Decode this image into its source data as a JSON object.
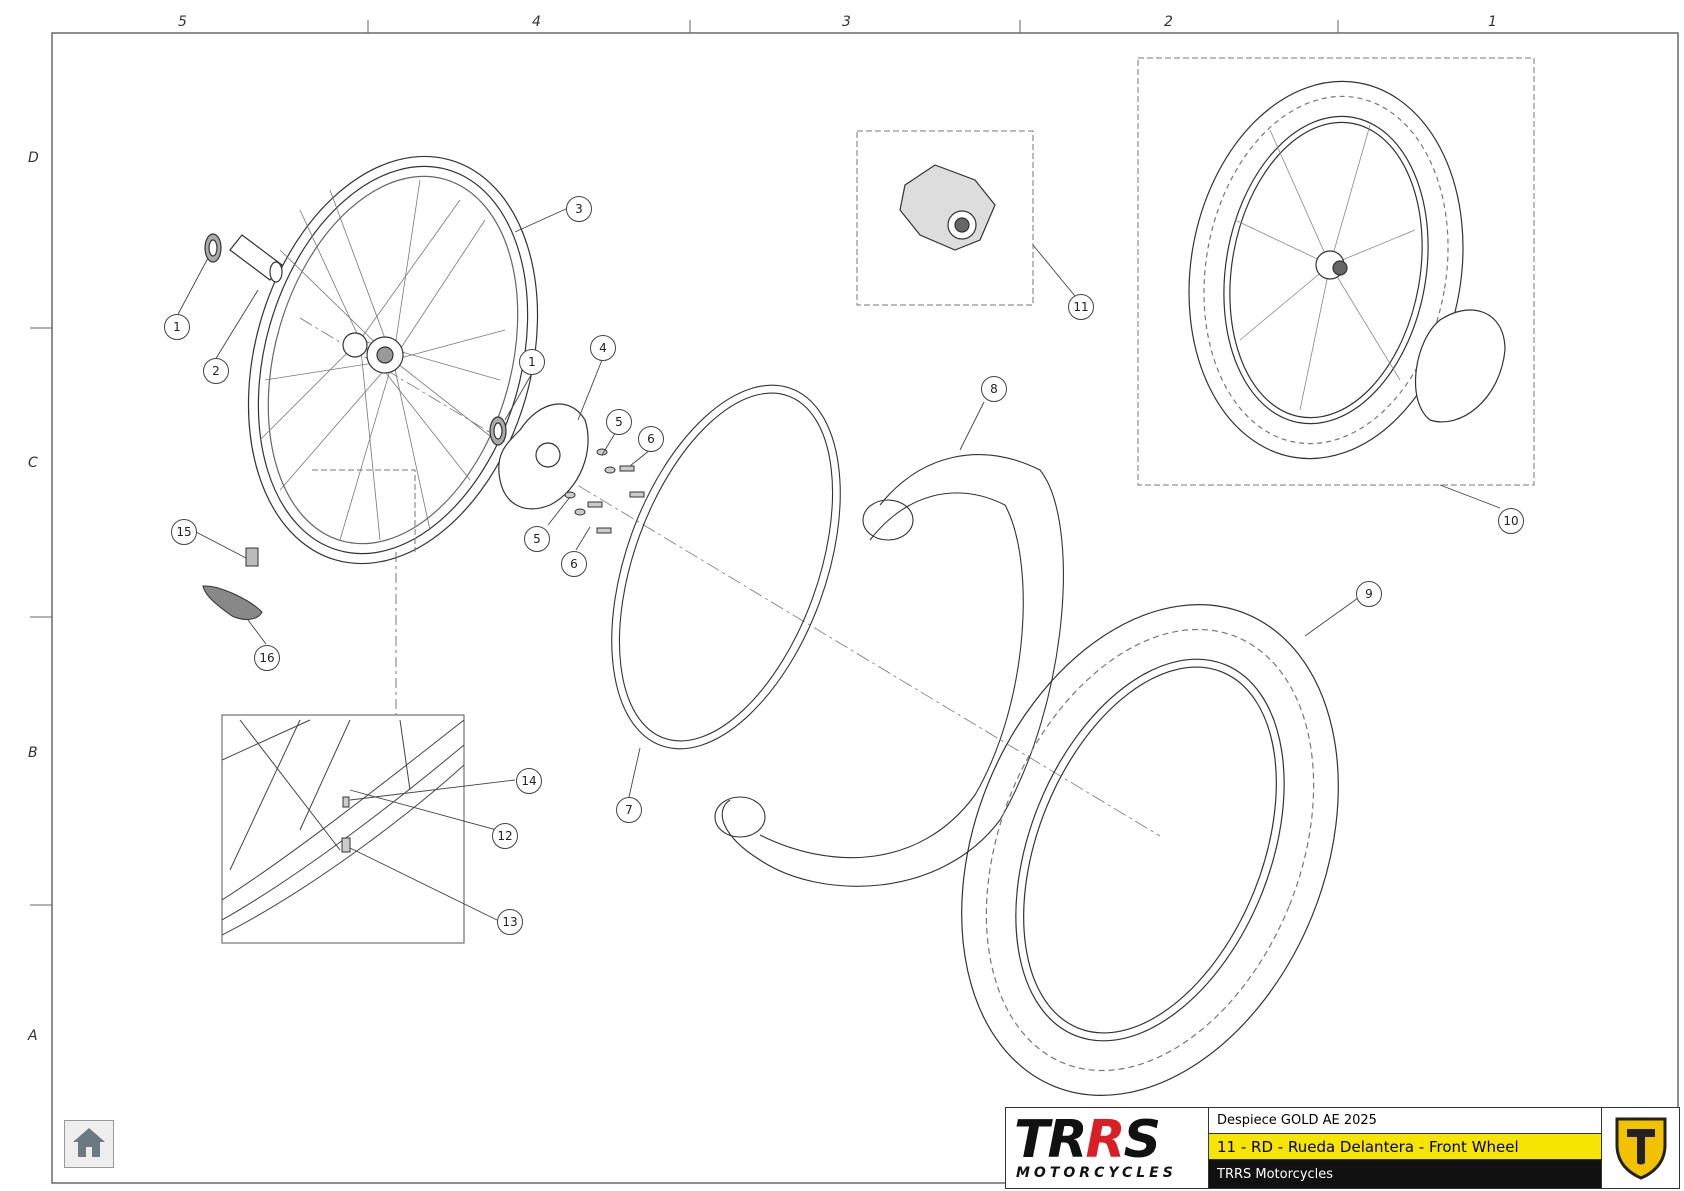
{
  "zones": {
    "columns": [
      "5",
      "4",
      "3",
      "2",
      "1"
    ],
    "rows": [
      "D",
      "C",
      "B",
      "A"
    ]
  },
  "callouts": [
    "1",
    "2",
    "3",
    "1",
    "4",
    "5",
    "6",
    "5",
    "6",
    "7",
    "8",
    "9",
    "10",
    "11",
    "12",
    "13",
    "14",
    "15",
    "16"
  ],
  "title_block": {
    "brand": "TRRS",
    "brand_sub": "MOTORCYCLES",
    "line1": "Despiece GOLD AE 2025",
    "line2": "11 - RD - Rueda Delantera - Front Wheel",
    "line3": "TRRS Motorcycles"
  },
  "icons": {
    "home": "home-icon",
    "emblem": "trrs-shield-icon"
  },
  "colors": {
    "accent_yellow": "#f6e500",
    "brand_red": "#d81f26",
    "dark": "#111111"
  }
}
